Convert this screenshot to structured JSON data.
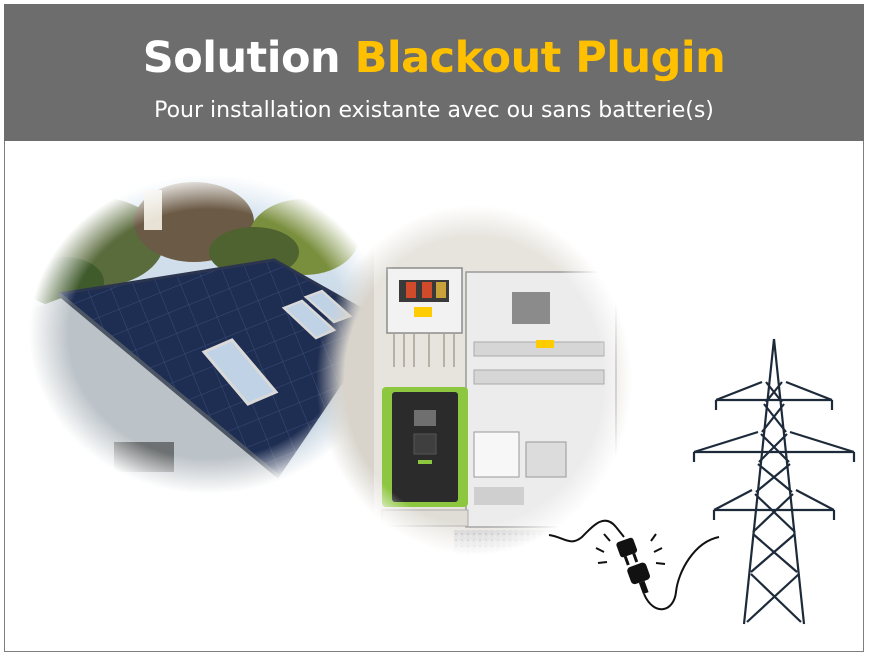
{
  "slide": {
    "title_part1": "Solution",
    "title_part2": "Blackout Plugin",
    "subtitle": "Pour installation existante avec ou sans batterie(s)"
  },
  "colors": {
    "header_background": "#6d6d6d",
    "title_accent": "#ffc000",
    "inverter_green": "#8dc63f",
    "solar_panel_blue": "#1e2d52"
  },
  "images": {
    "left": "solar-roof-photo",
    "center": "electrical-cabinet-photo",
    "right": "power-pylon-with-plug-icon"
  }
}
